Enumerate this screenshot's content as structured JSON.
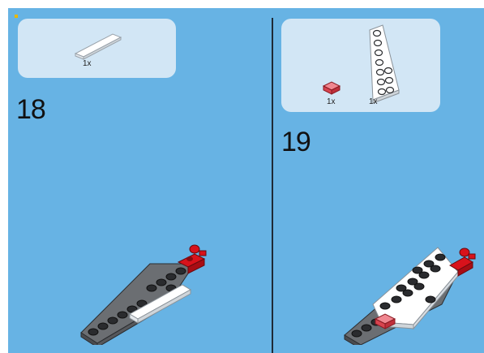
{
  "steps": [
    {
      "number": "18",
      "parts": [
        {
          "name": "white-tile-1x4",
          "quantity": "1x",
          "color": "#ffffff"
        }
      ]
    },
    {
      "number": "19",
      "parts": [
        {
          "name": "transparent-red-tile-1x1",
          "quantity": "1x",
          "color": "#e0505a"
        },
        {
          "name": "white-wedge-plate",
          "quantity": "1x",
          "color": "#ffffff"
        }
      ]
    }
  ],
  "colors": {
    "background": "#67b3e4",
    "parts_box": "#d2e6f5",
    "dark_gray": "#6b6e72",
    "white": "#ffffff",
    "red": "#d8121b",
    "trans_red": "#e0505a",
    "divider": "#1e2a36"
  }
}
